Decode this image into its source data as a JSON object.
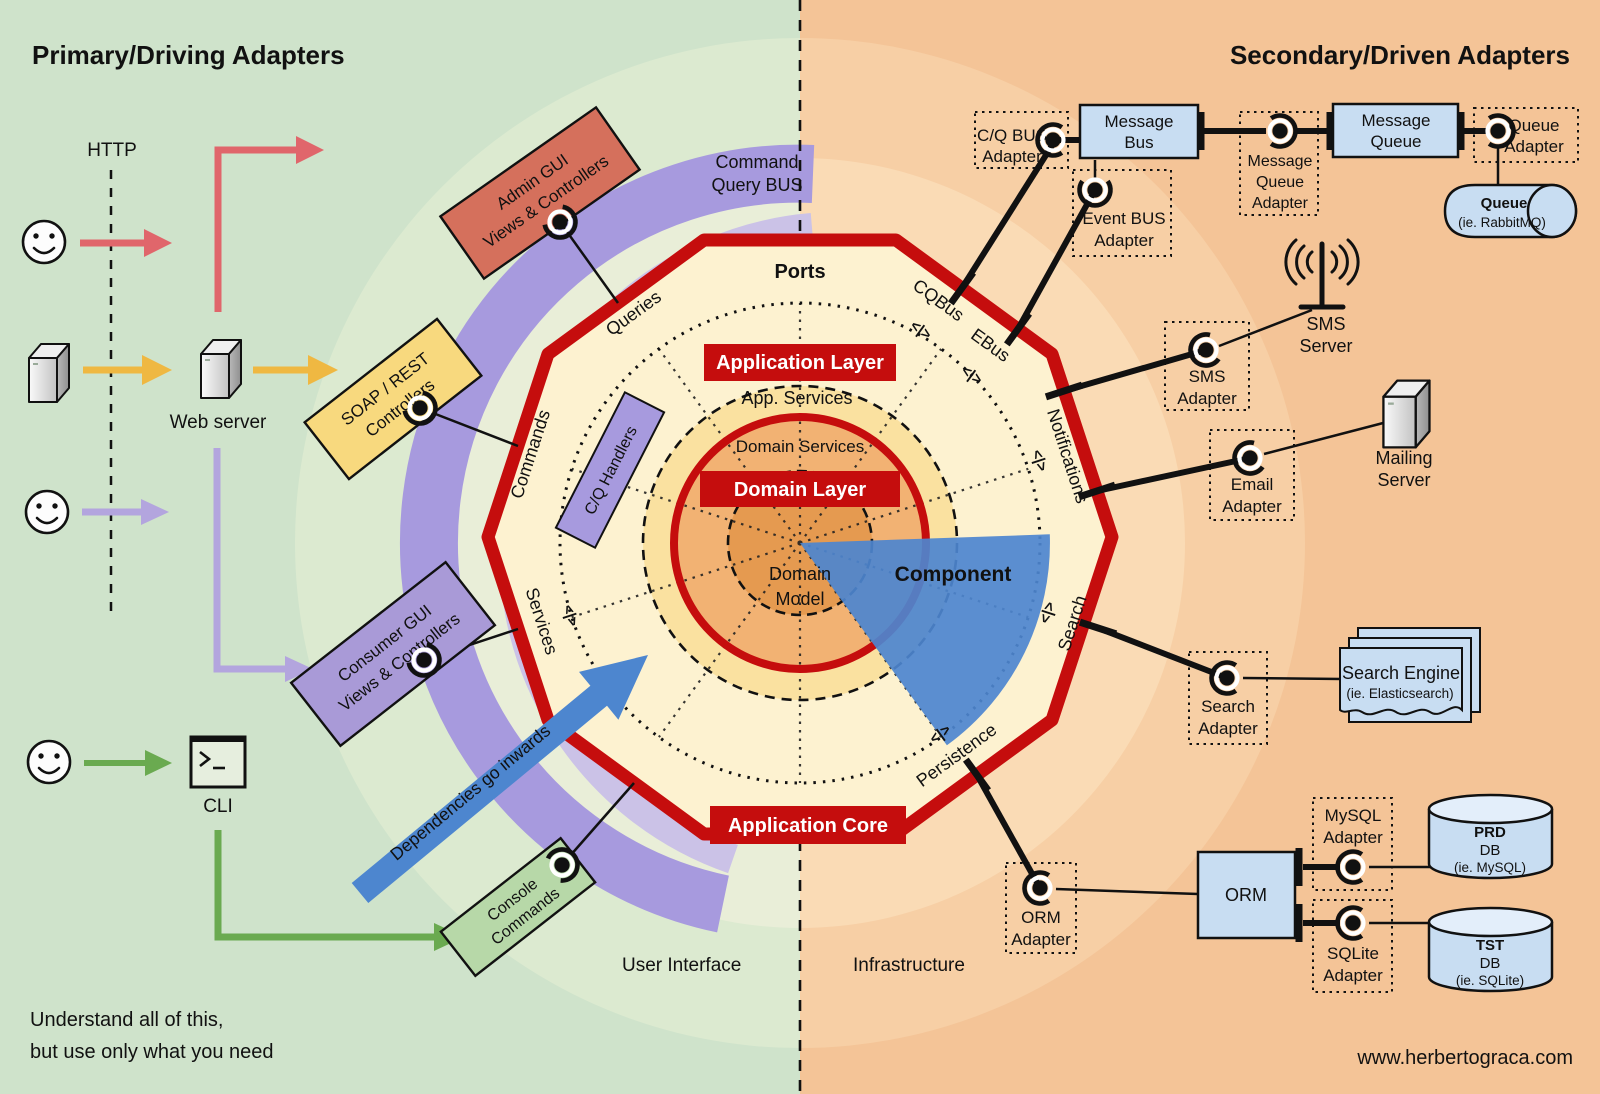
{
  "titles": {
    "primary": "Primary/Driving Adapters",
    "secondary": "Secondary/Driven Adapters",
    "note1": "Understand all of this,",
    "note2": "but use only what you need",
    "user_interface": "User Interface",
    "infrastructure": "Infrastructure",
    "url": "www.herbertograca.com"
  },
  "core": {
    "ports": "Ports",
    "application_layer": "Application Layer",
    "app_services": "App. Services",
    "domain_services": "Domain Services",
    "domain_layer": "Domain Layer",
    "domain_model_1": "Domain",
    "domain_model_2": "Model",
    "application_core": "Application Core",
    "component": "Component",
    "cq_handlers": "C/Q Handlers",
    "port_icon": "<|>",
    "ports_labels": {
      "queries": "Queries",
      "commands": "Commands",
      "services": "Services",
      "cqbus": "CQBus",
      "ebus": "EBus",
      "notifications": "Notifications",
      "search": "Search",
      "persistence": "Persistence"
    }
  },
  "left": {
    "http": "HTTP",
    "web_server": "Web server",
    "cli": "CLI",
    "command_query_bus": {
      "lines": [
        "Command",
        "Query BUS"
      ]
    },
    "dependencies_arrow": "Dependencies go inwards",
    "admin_gui": {
      "lines": [
        "Admin GUI",
        "Views & Controllers"
      ]
    },
    "soap_rest": {
      "lines": [
        "SOAP / REST",
        "Controllers"
      ]
    },
    "consumer_gui": {
      "lines": [
        "Consumer GUI",
        "Views & Controllers"
      ]
    },
    "console_commands": {
      "lines": [
        "Console",
        "Commands"
      ]
    }
  },
  "right": {
    "cq_bus_adapter": {
      "lines": [
        "C/Q BUS",
        "Adapter"
      ]
    },
    "message_bus": {
      "lines": [
        "Message",
        "Bus"
      ]
    },
    "event_bus_adapter": {
      "lines": [
        "Event BUS",
        "Adapter"
      ]
    },
    "message_queue_adapter": {
      "lines": [
        "Message",
        "Queue",
        "Adapter"
      ]
    },
    "message_queue": {
      "lines": [
        "Message",
        "Queue"
      ]
    },
    "queue_adapter": {
      "lines": [
        "Queue",
        "Adapter"
      ]
    },
    "queue_cylinder": {
      "lines": [
        "Queue",
        "(ie. RabbitMQ)"
      ]
    },
    "sms_adapter": {
      "lines": [
        "SMS",
        "Adapter"
      ]
    },
    "sms_server": {
      "lines": [
        "SMS",
        "Server"
      ]
    },
    "email_adapter": {
      "lines": [
        "Email",
        "Adapter"
      ]
    },
    "mailing_server": {
      "lines": [
        "Mailing",
        "Server"
      ]
    },
    "search_adapter": {
      "lines": [
        "Search",
        "Adapter"
      ]
    },
    "search_engine": {
      "lines": [
        "Search Engine",
        "(ie. Elasticsearch)"
      ]
    },
    "orm_adapter": {
      "lines": [
        "ORM",
        "Adapter"
      ]
    },
    "orm": "ORM",
    "mysql_adapter": {
      "lines": [
        "MySQL",
        "Adapter"
      ]
    },
    "prd_db": {
      "lines": [
        "PRD",
        "DB",
        "(ie. MySQL)"
      ]
    },
    "sqlite_adapter": {
      "lines": [
        "SQLite",
        "Adapter"
      ]
    },
    "tst_db": {
      "lines": [
        "TST",
        "DB",
        "(ie. SQLite)"
      ]
    }
  },
  "colors": {
    "accent_red": "#c50d0d",
    "purple_band": "#a79ade",
    "component_blue": "#4d86cf",
    "adapter_box_blue": "#c8ddf2",
    "left_background": "#cfe3cb",
    "right_background": "#f4c497",
    "title_green": "#2d5a1b",
    "title_maroon": "#7b2413"
  }
}
